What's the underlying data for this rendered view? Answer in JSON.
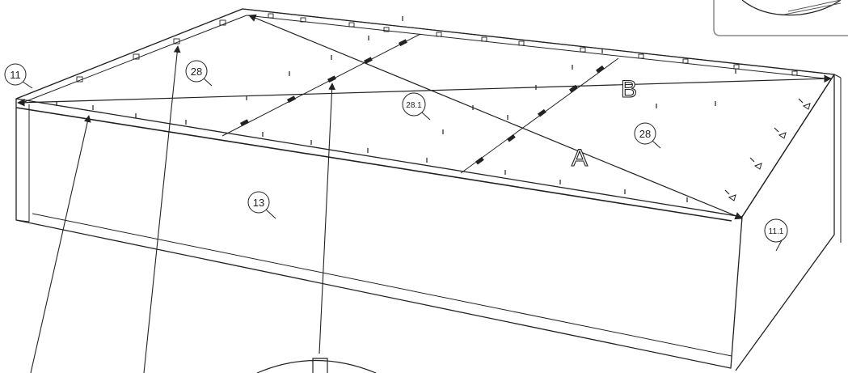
{
  "callouts": {
    "c11": "11",
    "c28_left": "28",
    "c28_1": "28.1",
    "c28_right": "28",
    "c13": "13",
    "c11_1": "11.1"
  },
  "diagonals": {
    "a": "A",
    "b": "B"
  },
  "colors": {
    "line": "#222222",
    "background": "#ffffff",
    "inset_frame": "#888888"
  }
}
